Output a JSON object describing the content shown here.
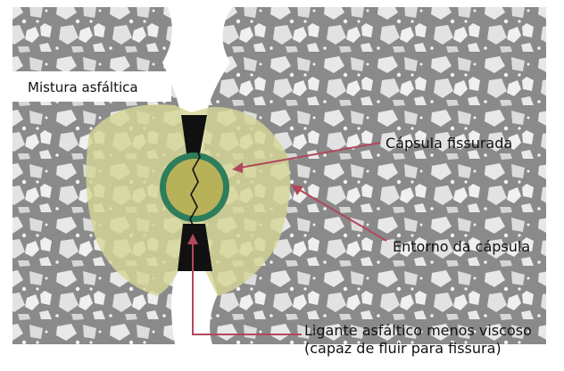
{
  "labels": {
    "mixture": "Mistura asfáltica",
    "cracked_capsule": "Cápsula fissurada",
    "capsule_surroundings": "Entorno da cápsula",
    "binder_line1": "Ligante asfáltico menos viscoso",
    "binder_line2": "(capaz de fluir para fissura)"
  },
  "colors": {
    "mixture_bg": "#8f8f8f",
    "aggregate": "#e6e6e6",
    "surroundings": "#d8d89a",
    "capsule_fill": "#b9b35c",
    "capsule_ring": "#2e7d5b",
    "binder": "#111111",
    "arrow": "#b0485a"
  }
}
